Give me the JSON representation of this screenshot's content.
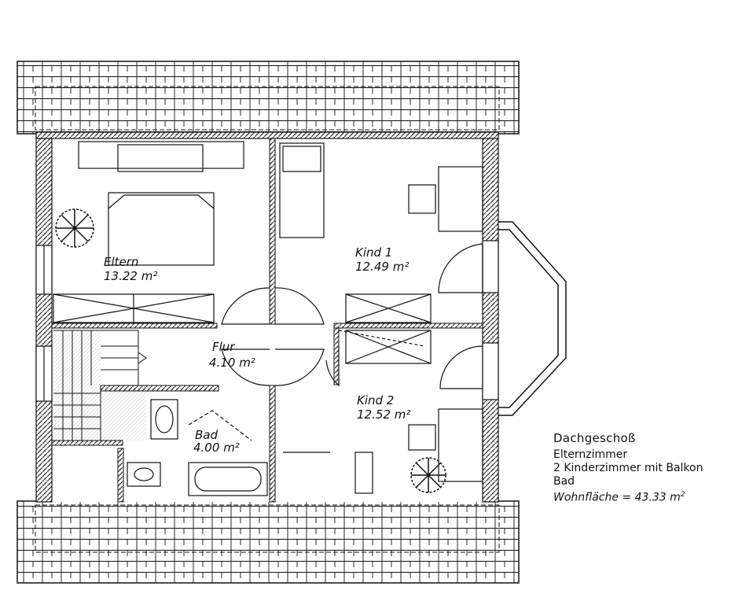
{
  "rooms": {
    "eltern": {
      "name": "Eltern",
      "area": "13.22",
      "unit": "m²"
    },
    "kind1": {
      "name": "Kind 1",
      "area": "12.49",
      "unit": "m²"
    },
    "flur": {
      "name": "Flur",
      "area": "4.10",
      "unit": "m²"
    },
    "kind2": {
      "name": "Kind 2",
      "area": "12.52",
      "unit": "m²"
    },
    "bad": {
      "name": "Bad",
      "area": "4.00",
      "unit": "m²"
    }
  },
  "legend": {
    "title": "Dachgeschoß",
    "lines": [
      "Elternzimmer",
      "2 Kinderzimmer mit Balkon",
      "Bad"
    ],
    "area_label": "Wohnfläche =",
    "area_value": "43.33",
    "area_unit": "m"
  },
  "colors": {
    "ink": "#111111",
    "hatch": "#333333",
    "paper": "#ffffff"
  }
}
